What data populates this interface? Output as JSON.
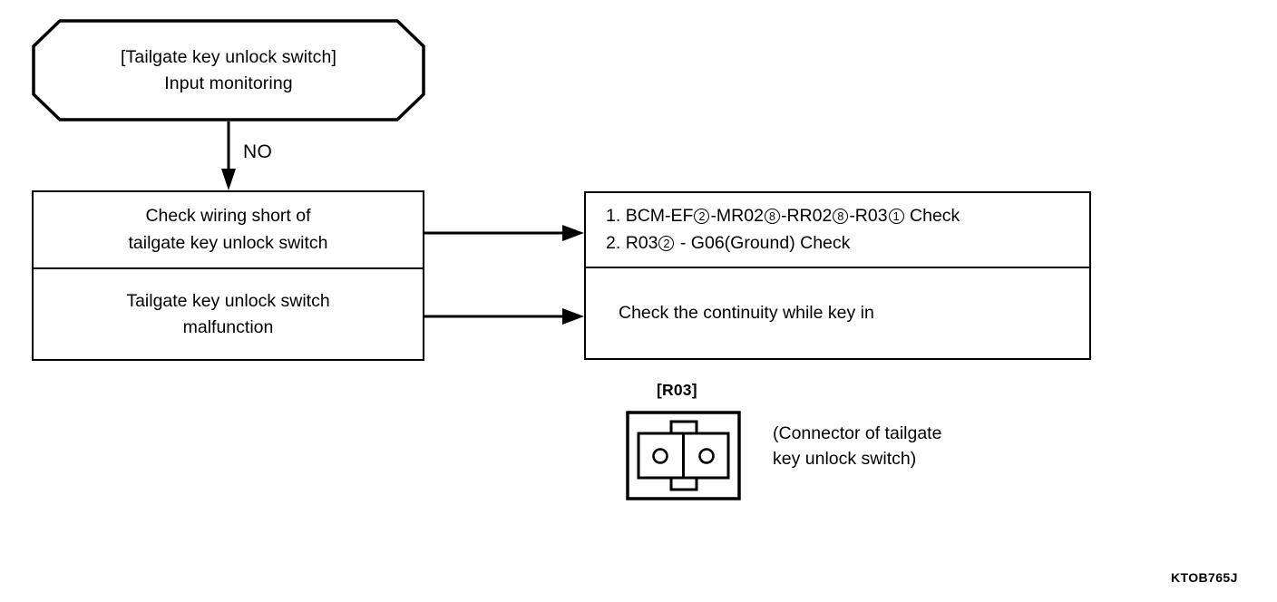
{
  "document": {
    "footer_code": "KTOB765J",
    "ink_color": "#000000",
    "background_color": "#ffffff"
  },
  "decision": {
    "line1": "[Tailgate key unlock switch]",
    "line2": "Input monitoring"
  },
  "branch": {
    "label": "NO"
  },
  "left_column": {
    "cell1": {
      "line1": "Check wiring short of",
      "line2": "tailgate key unlock switch"
    },
    "cell2": {
      "line1": "Tailgate key unlock switch",
      "line2": "malfunction"
    }
  },
  "right_column": {
    "cell1": {
      "item1": {
        "index": "1.",
        "seg1": "BCM-EF",
        "pin1": "2",
        "seg2": "-MR02",
        "pin2": "8",
        "seg3": "-RR02",
        "pin3": "8",
        "seg4": "-R03",
        "pin4": "1",
        "tail": "Check"
      },
      "item2": {
        "index": "2.",
        "seg1": "R03",
        "pin1": "2",
        "tail": "- G06(Ground) Check"
      }
    },
    "cell2": {
      "text": "Check the continuity while key in"
    }
  },
  "connector": {
    "label": "[R03]",
    "caption_line1": "(Connector of tailgate",
    "caption_line2": "key unlock switch)",
    "cavity_count": 2
  }
}
